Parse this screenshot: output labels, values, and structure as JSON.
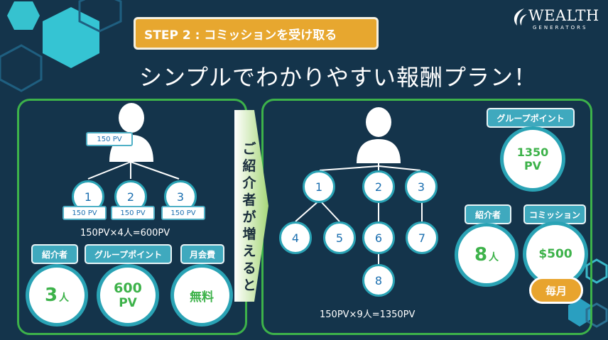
{
  "brand": {
    "name": "WEALTH",
    "sub": "GENERATORS"
  },
  "step_label": "STEP 2 : コミッションを受け取る",
  "headline": "シンプルでわかりやすい報酬プラン！",
  "arrow_text": [
    "ご",
    "紹",
    "介",
    "者",
    "が",
    "増",
    "え",
    "る",
    "と"
  ],
  "left": {
    "top_pv": "150 PV",
    "nodes": [
      "1",
      "2",
      "3"
    ],
    "node_pv": [
      "150 PV",
      "150 PV",
      "150 PV"
    ],
    "formula": "150PV×4人=600PV",
    "labels": {
      "referrers": "紹介者",
      "group_points": "グループポイント",
      "monthly_fee": "月会費"
    },
    "referrers_value": "3",
    "referrers_unit": "人",
    "group_value": "600",
    "group_unit": "PV",
    "fee_value": "無料"
  },
  "right": {
    "nodes": [
      "1",
      "2",
      "3",
      "4",
      "5",
      "6",
      "7",
      "8"
    ],
    "formula": "150PV×9人=1350PV",
    "labels": {
      "group_points": "グループポイント",
      "referrers": "紹介者",
      "commission": "コミッション"
    },
    "group_value": "1350",
    "group_unit": "PV",
    "referrers_value": "8",
    "referrers_unit": "人",
    "commission_value": "$500",
    "monthly": "毎月"
  },
  "colors": {
    "background": "#14344b",
    "accent_green": "#3db24a",
    "accent_teal": "#2aa3b5",
    "accent_orange": "#e7a72f"
  }
}
